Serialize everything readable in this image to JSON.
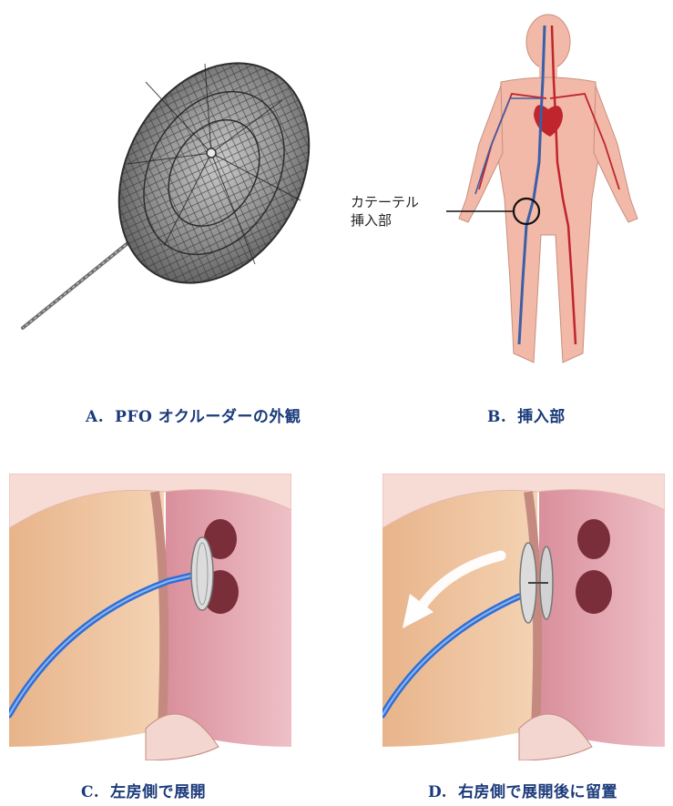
{
  "panels": [
    {
      "letter": "A.",
      "caption": "PFO オクルーダーの外観"
    },
    {
      "letter": "B.",
      "caption": "挿入部"
    },
    {
      "letter": "C.",
      "caption": "左房側で展開"
    },
    {
      "letter": "D.",
      "caption": "右房側で展開後に留置"
    }
  ],
  "callout": {
    "line1": "カテーテル",
    "line2": "挿入部"
  },
  "colors": {
    "caption": "#1a3a7a",
    "catheter": "#2f6fd6",
    "artery": "#c0242c",
    "vein": "#3a5fa8",
    "body": "#f2b8a8"
  }
}
